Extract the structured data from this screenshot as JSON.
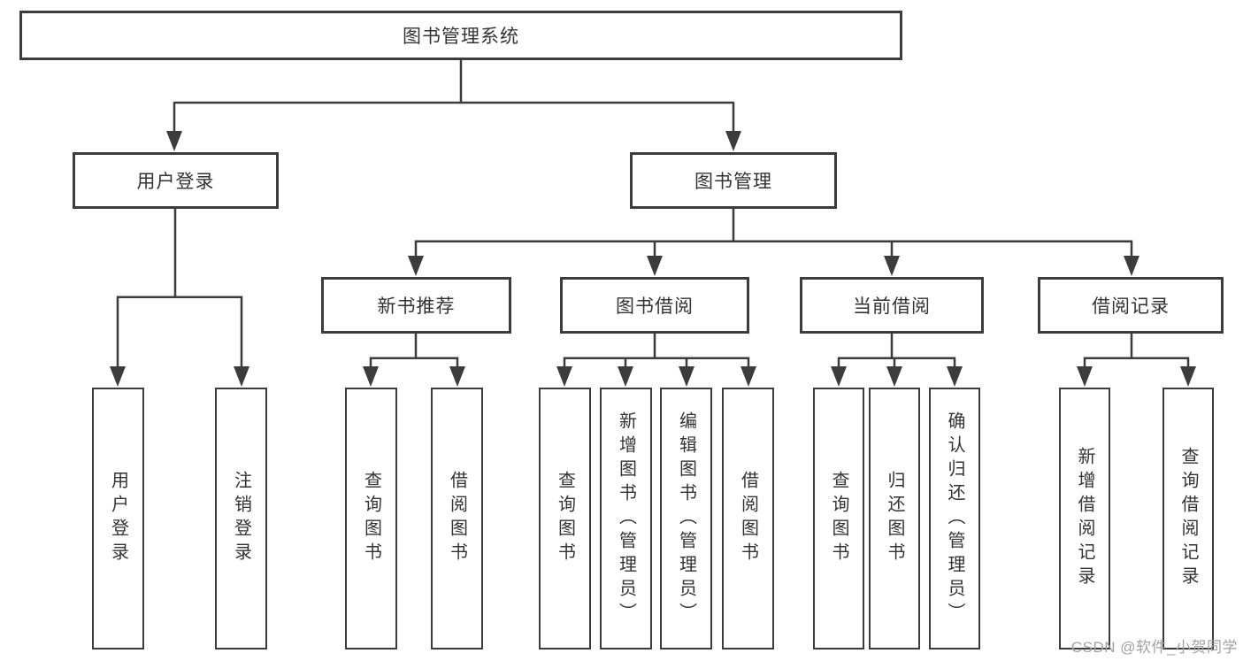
{
  "diagram": {
    "root": "图书管理系统",
    "branches": [
      {
        "label": "用户登录",
        "children": [
          "用户登录",
          "注销登录"
        ]
      },
      {
        "label": "图书管理",
        "children": [
          {
            "label": "新书推荐",
            "children": [
              "查询图书",
              "借阅图书"
            ]
          },
          {
            "label": "图书借阅",
            "children": [
              "查询图书",
              "新增图书（管理员）",
              "编辑图书（管理员）",
              "借阅图书"
            ]
          },
          {
            "label": "当前借阅",
            "children": [
              "查询图书",
              "归还图书",
              "确认归还（管理员）"
            ]
          },
          {
            "label": "借阅记录",
            "children": [
              "新增借阅记录",
              "查询借阅记录"
            ]
          }
        ]
      }
    ]
  },
  "watermark": "CSDN @软件_小贺同学",
  "colors": {
    "line": "#3c3c3c",
    "box_border": "#3c3c3c",
    "text": "#333333",
    "watermark": "#a2a2a2",
    "background": "#ffffff"
  }
}
